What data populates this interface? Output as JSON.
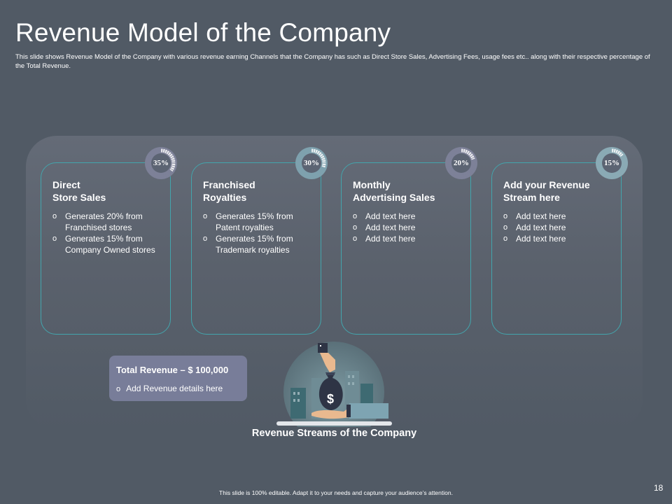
{
  "slide": {
    "title": "Revenue Model of the Company",
    "subtitle": "This slide shows Revenue Model of the Company with various revenue earning Channels that the Company has such as Direct Store Sales, Advertising Fees, usage fees etc.. along with their respective percentage of the Total Revenue.",
    "footer": "This slide is 100% editable. Adapt it to your needs and capture your audience’s attention.",
    "page_number": "18"
  },
  "cards": [
    {
      "percent_label": "35%",
      "percent_value": 35,
      "badge_color": "#7d8198",
      "title_line1": "Direct",
      "title_line2": "Store Sales",
      "items": [
        {
          "line1": "Generates 20% from",
          "line2": "Franchised stores"
        },
        {
          "line1": "Generates 15% from",
          "line2": "Company Owned stores"
        }
      ]
    },
    {
      "percent_label": "30%",
      "percent_value": 30,
      "badge_color": "#7ea1ae",
      "title_line1": "Franchised",
      "title_line2": "Royalties",
      "items": [
        {
          "line1": "Generates 15% from",
          "line2": "Patent royalties"
        },
        {
          "line1": "Generates 15% from",
          "line2": "Trademark  royalties"
        }
      ]
    },
    {
      "percent_label": "20%",
      "percent_value": 20,
      "badge_color": "#7d8198",
      "title_line1": "Monthly",
      "title_line2": "Advertising Sales",
      "items": [
        {
          "line1": "Add text here"
        },
        {
          "line1": "Add text here"
        },
        {
          "line1": "Add text here"
        }
      ]
    },
    {
      "percent_label": "15%",
      "percent_value": 15,
      "badge_color": "#8aaab5",
      "title_line1": "Add your Revenue",
      "title_line2": "Stream here",
      "items": [
        {
          "line1": "Add text here"
        },
        {
          "line1": "Add text here"
        },
        {
          "line1": "Add text here"
        }
      ]
    }
  ],
  "bullet_glyph": "o",
  "total": {
    "title": "Total Revenue – $ 100,000",
    "item": "Add Revenue  details here"
  },
  "illustration": {
    "dollar_sign": "$",
    "caption": "Revenue Streams of the Company"
  },
  "colors": {
    "background": "#515a65",
    "card_border": "#43a5ad",
    "total_box": "#787d99"
  }
}
